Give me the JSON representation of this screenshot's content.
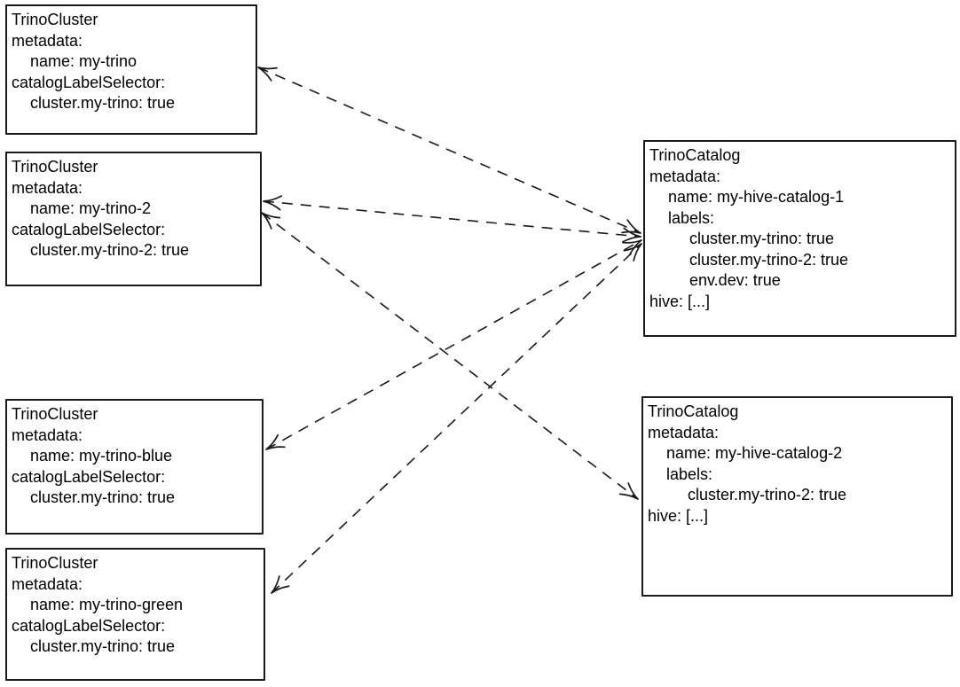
{
  "diagram": {
    "colors": {
      "background": "#ffffff",
      "stroke": "#1a1a1a",
      "text": "#000000"
    },
    "boxes": [
      {
        "kind": "TrinoCluster",
        "name": "my-trino",
        "lines": [
          "TrinoCluster",
          "metadata:",
          "name: my-trino",
          "catalogLabelSelector:",
          "cluster.my-trino: true"
        ]
      },
      {
        "kind": "TrinoCluster",
        "name": "my-trino-2",
        "lines": [
          "TrinoCluster",
          "metadata:",
          "name: my-trino-2",
          "catalogLabelSelector:",
          "cluster.my-trino-2: true"
        ]
      },
      {
        "kind": "TrinoCluster",
        "name": "my-trino-blue",
        "lines": [
          "TrinoCluster",
          "metadata:",
          "name: my-trino-blue",
          "catalogLabelSelector:",
          "cluster.my-trino: true"
        ]
      },
      {
        "kind": "TrinoCluster",
        "name": "my-trino-green",
        "lines": [
          "TrinoCluster",
          "metadata:",
          "name: my-trino-green",
          "catalogLabelSelector:",
          "cluster.my-trino: true"
        ]
      },
      {
        "kind": "TrinoCatalog",
        "name": "my-hive-catalog-1",
        "lines": [
          "TrinoCatalog",
          "metadata:",
          "name: my-hive-catalog-1",
          "labels:",
          "cluster.my-trino: true",
          "cluster.my-trino-2: true",
          "env.dev: true",
          "hive: [...]"
        ]
      },
      {
        "kind": "TrinoCatalog",
        "name": "my-hive-catalog-2",
        "lines": [
          "TrinoCatalog",
          "metadata:",
          "name: my-hive-catalog-2",
          "labels:",
          "cluster.my-trino-2: true",
          "hive: [...]"
        ]
      }
    ],
    "edges": [
      {
        "from": "my-trino",
        "to": "my-hive-catalog-1",
        "line_style": "dashed",
        "arrows": "both"
      },
      {
        "from": "my-trino-2",
        "to": "my-hive-catalog-1",
        "line_style": "dashed",
        "arrows": "both"
      },
      {
        "from": "my-trino-blue",
        "to": "my-hive-catalog-1",
        "line_style": "dashed",
        "arrows": "both"
      },
      {
        "from": "my-trino-green",
        "to": "my-hive-catalog-1",
        "line_style": "dashed",
        "arrows": "both"
      },
      {
        "from": "my-trino-2",
        "to": "my-hive-catalog-2",
        "line_style": "dashed",
        "arrows": "both"
      }
    ]
  }
}
